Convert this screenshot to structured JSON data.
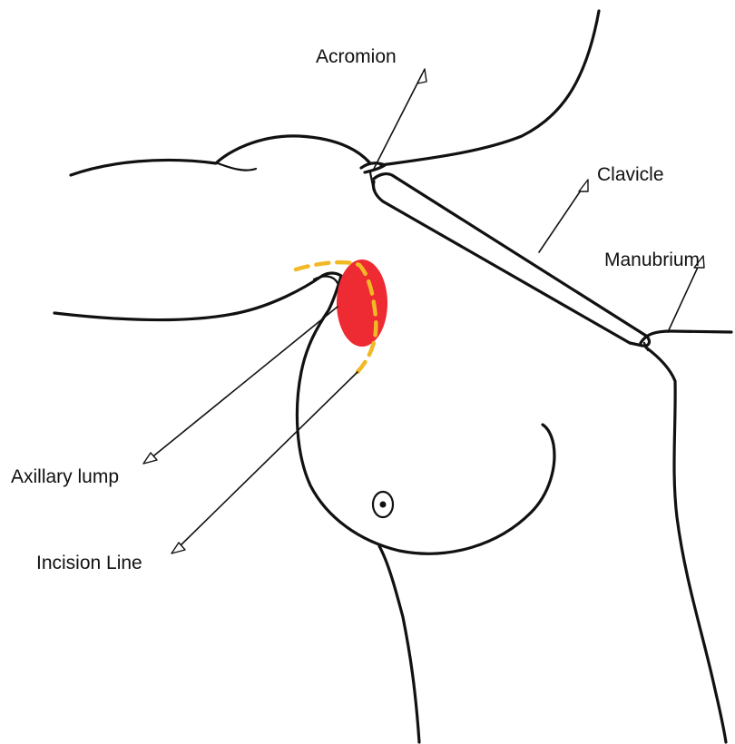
{
  "labels": {
    "acromion": "Acromion",
    "clavicle": "Clavicle",
    "manubrium": "Manubrium",
    "axillary_lump": "Axillary lump",
    "incision_line": "Incision Line"
  },
  "colors": {
    "lump": "#ee2a33",
    "incision": "#f1b925",
    "ink": "#111111"
  }
}
